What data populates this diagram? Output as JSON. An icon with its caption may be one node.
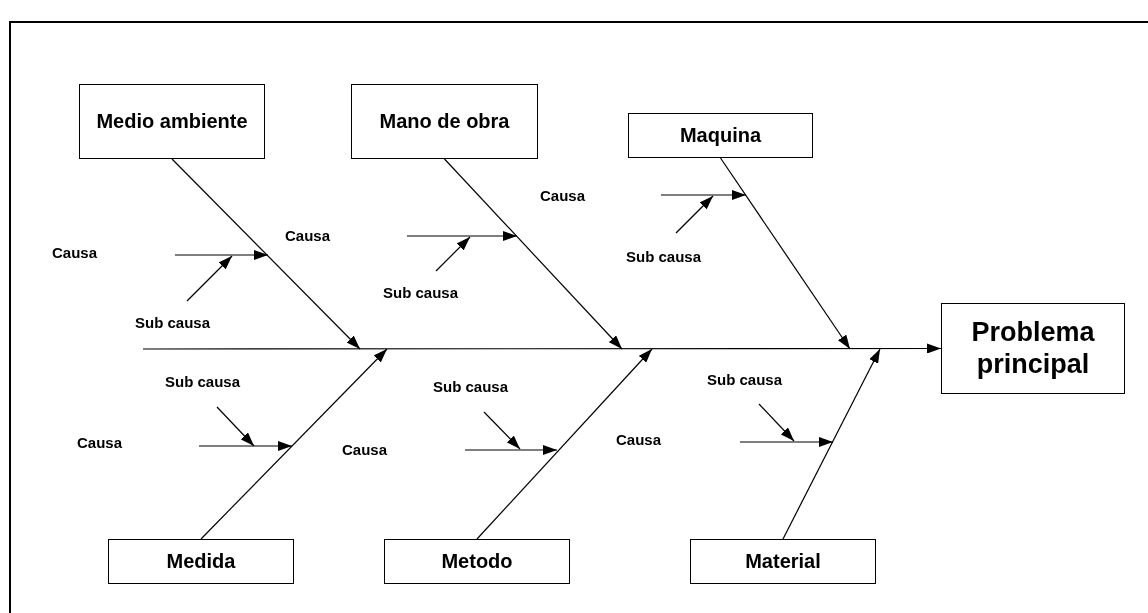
{
  "diagram": {
    "nodes": [
      {
        "text": [
          "Medio ambiente"
        ]
      },
      {
        "text": [
          "Mano de obra"
        ]
      },
      {
        "text": [
          "Maquina"
        ]
      },
      {
        "text": [
          "Problema principal"
        ]
      },
      {
        "text": [
          "Medida"
        ]
      },
      {
        "text": [
          "Metodo"
        ]
      },
      {
        "text": [
          "Material"
        ]
      }
    ],
    "edges": [
      {
        "from": 0,
        "to": null,
        "arrow": "to"
      },
      {
        "from": 1,
        "to": null,
        "arrow": "to"
      },
      {
        "from": 2,
        "to": null,
        "arrow": "to"
      },
      {
        "from": null,
        "to": 3,
        "arrow": "to"
      },
      {
        "from": 4,
        "to": null,
        "arrow": "to"
      },
      {
        "from": 5,
        "to": null,
        "arrow": "to"
      },
      {
        "from": 6,
        "to": null,
        "arrow": "to"
      }
    ],
    "labels": [
      "Causa",
      "Causa",
      "Sub causa",
      "Causa",
      "Sub causa",
      "Sub causa",
      "Sub causa",
      "Causa",
      "Sub causa",
      "Causa",
      "Sub causa",
      "Causa"
    ]
  }
}
